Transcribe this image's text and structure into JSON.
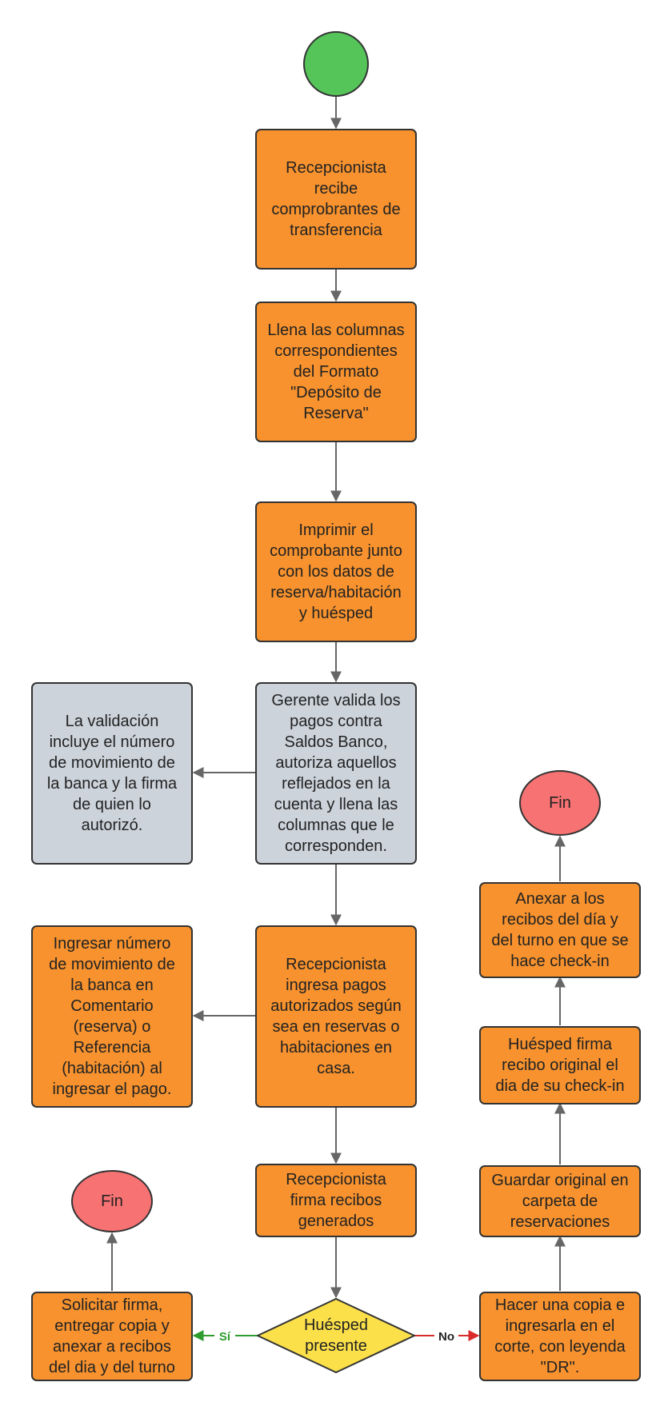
{
  "colors": {
    "process": "#F7922E",
    "note": "#CDD3DB",
    "start": "#55C55A",
    "end": "#F77272",
    "decision": "#FBE04A",
    "stroke": "#333333",
    "edge": "#666666",
    "yes": "#2E9B2E",
    "no": "#D92B2B"
  },
  "nodes": {
    "start": {
      "shape": "circle",
      "text": ""
    },
    "recibe": {
      "shape": "rect",
      "text": "Recepcionista\nrecibe\ncomprobrantes de\ntransferencia"
    },
    "llena": {
      "shape": "rect",
      "text": "Llena las columnas\ncorrespondientes\ndel Formato\n\"Depósito de\nReserva\""
    },
    "imprimir": {
      "shape": "rect",
      "text": "Imprimir el\ncomprobante junto\ncon los datos de\nreserva/habitación\ny huésped"
    },
    "gerente": {
      "shape": "note",
      "text": "Gerente valida los\npagos contra\nSaldos Banco,\nautoriza aquellos\nreflejados en la\ncuenta y llena las\ncolumnas que le\ncorresponden."
    },
    "validacion": {
      "shape": "note",
      "text": "La validación\nincluye el número\nde movimiento de\nla banca y la firma\nde quien lo\nautorizó."
    },
    "ingresa": {
      "shape": "rect",
      "text": "Recepcionista\ningresa pagos\nautorizados según\nsea en reservas o\nhabitaciones en\ncasa."
    },
    "ingresar": {
      "shape": "rect",
      "text": "Ingresar número\nde movimiento de\nla banca en\nComentario\n(reserva) o\nReferencia\n(habitación) al\ningresar el pago."
    },
    "firma": {
      "shape": "rect",
      "text": "Recepcionista\nfirma recibos\ngenerados"
    },
    "decision": {
      "shape": "diamond",
      "text": "Huésped\npresente"
    },
    "solicitar": {
      "shape": "rect",
      "text": "Solicitar firma,\nentregar copia y\nanexar a recibos\ndel dia y del turno"
    },
    "fin_left": {
      "shape": "ellipse",
      "text": "Fin"
    },
    "copia": {
      "shape": "rect",
      "text": "Hacer una copia e\ningresarla en el\ncorte, con leyenda\n\"DR\"."
    },
    "guardar": {
      "shape": "rect",
      "text": "Guardar original en\ncarpeta de\nreservaciones"
    },
    "huesped_firma": {
      "shape": "rect",
      "text": "Huésped firma\nrecibo original el\ndia de su check-in"
    },
    "anexar": {
      "shape": "rect",
      "text": "Anexar a los\nrecibos del día y\ndel turno en que se\nhace check-in"
    },
    "fin_right": {
      "shape": "ellipse",
      "text": "Fin"
    }
  },
  "edges": {
    "yes_label": "Sí",
    "no_label": "No"
  }
}
